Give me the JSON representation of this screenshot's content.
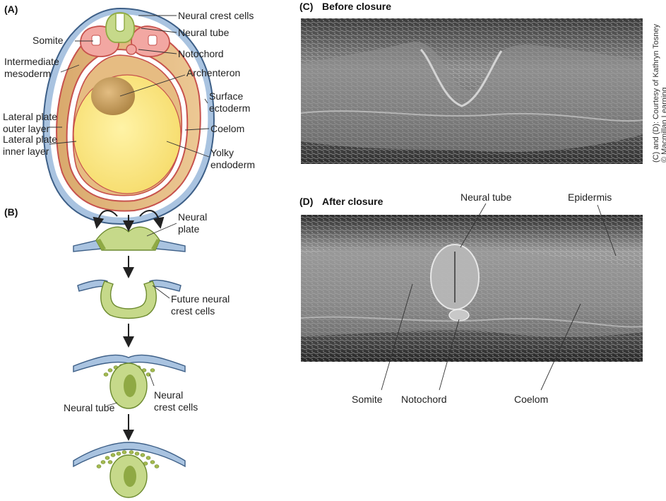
{
  "panels": {
    "a": {
      "letter": "(A)",
      "labels": {
        "neural_crest_cells": "Neural crest cells",
        "neural_tube": "Neural tube",
        "somite": "Somite",
        "notochord": "Notochord",
        "intermediate_mesoderm_1": "Intermediate",
        "intermediate_mesoderm_2": "mesoderm",
        "archenteron": "Archenteron",
        "surface_ectoderm_1": "Surface",
        "surface_ectoderm_2": "ectoderm",
        "lateral_plate_outer_1": "Lateral plate",
        "lateral_plate_outer_2": "outer layer",
        "coelom": "Coelom",
        "lateral_plate_inner_1": "Lateral plate",
        "lateral_plate_inner_2": "inner layer",
        "yolky_endoderm_1": "Yolky",
        "yolky_endoderm_2": "endoderm"
      }
    },
    "b": {
      "letter": "(B)",
      "labels": {
        "neural_plate_1": "Neural",
        "neural_plate_2": "plate",
        "future_crest_1": "Future neural",
        "future_crest_2": "crest cells",
        "neural_crest_1": "Neural",
        "neural_crest_2": "crest cells",
        "neural_tube": "Neural tube"
      }
    },
    "c": {
      "letter": "(C)",
      "title": "Before closure"
    },
    "d": {
      "letter": "(D)",
      "title": "After closure",
      "labels": {
        "neural_tube": "Neural tube",
        "epidermis": "Epidermis",
        "somite": "Somite",
        "notochord": "Notochord",
        "coelom": "Coelom"
      }
    }
  },
  "credit": {
    "line1": "(C) and (D): Courtesy of Kathryn Tosney",
    "line2": "© Macmillan Learning"
  },
  "colors": {
    "ectoderm": "#a9c3e0",
    "ectoderm_outline": "#3d5f87",
    "neural": "#c6d98a",
    "neural_dark": "#8fa944",
    "mesoderm": "#f2a7a2",
    "mesoderm_outline": "#c7524d",
    "lateral": "#dbb07a",
    "yolk": "#fbe88a",
    "archenteron": "#c49a5c"
  },
  "icons": {
    "flow_arrows": "down-arrow-icon",
    "fold_arrows": "curved-arrow-icon"
  }
}
